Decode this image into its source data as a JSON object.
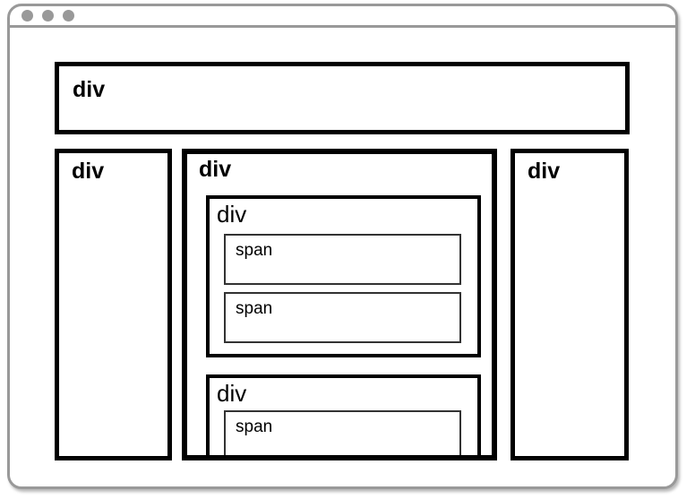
{
  "window": {
    "dot_count": 3,
    "dots": [
      {
        "icon": "window-control-dot"
      },
      {
        "icon": "window-control-dot"
      },
      {
        "icon": "window-control-dot"
      }
    ]
  },
  "layout_diagram": {
    "header": {
      "label": "div"
    },
    "sidebar_left": {
      "label": "div"
    },
    "main": {
      "label": "div",
      "sections": [
        {
          "label": "div",
          "items": [
            {
              "label": "span"
            },
            {
              "label": "span"
            }
          ]
        },
        {
          "label": "div",
          "items": [
            {
              "label": "span"
            }
          ]
        }
      ]
    },
    "sidebar_right": {
      "label": "div"
    }
  },
  "colors": {
    "chrome_border": "#999999",
    "box_border": "#000000",
    "span_border": "#333333",
    "background": "#ffffff"
  }
}
